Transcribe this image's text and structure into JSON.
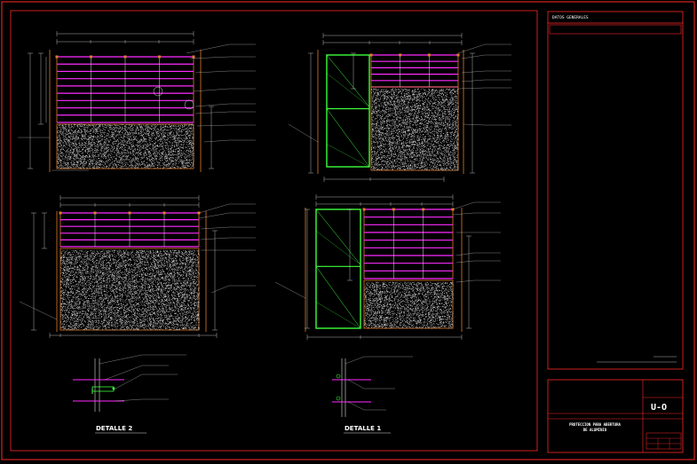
{
  "colors": {
    "background": "#000000",
    "frame": "#ff2a2a",
    "wall": "#e07b2a",
    "tube": "#ff2bff",
    "door": "#3cff3c",
    "line": "#dcdcdc"
  },
  "drawings": {
    "detail_2_title": "DETALLE 2",
    "detail_1_title": "DETALLE 1"
  },
  "title_block": {
    "general_data_header": "DATOS GENERALES",
    "sheet_code": "U-O",
    "project_title_line1": "PROTECCION PARA ABERTURA",
    "project_title_line2": "DE ALUMINIO"
  }
}
